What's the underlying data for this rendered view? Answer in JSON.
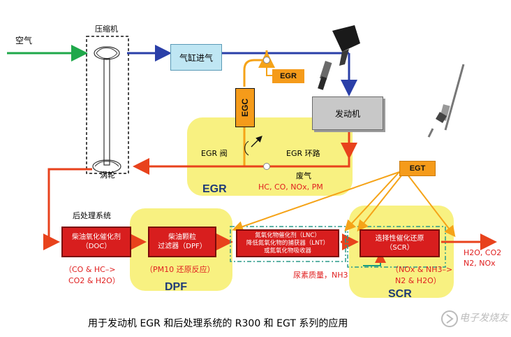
{
  "air_label": "空气",
  "compressor_label": "压缩机",
  "turbine_label": "涡轮",
  "cylinder_intake": "气缸进气",
  "engine": "发动机",
  "egr_tag": "EGR",
  "egc_tag": "EGC",
  "egt_tag": "EGT",
  "egr_valve": "EGR 阀",
  "egr_loop": "EGR 环路",
  "exhaust_label": "废气",
  "exhaust_species": "HC, CO, NOx, PM",
  "egr_zone_label": "EGR",
  "aftertreatment_label": "后处理系统",
  "doc_line1": "柴油氧化催化剂",
  "doc_line2": "（DOC）",
  "doc_reaction_line1": "（CO & HC–>",
  "doc_reaction_line2": "CO2 & H2O）",
  "dpf_line1": "柴油颗粒",
  "dpf_line2": "过滤器（DPF）",
  "dpf_reaction": "（PM10 还原反应）",
  "dpf_zone_label": "DPF",
  "lnc_line1": "氮氧化物催化剂（LNC）",
  "lnc_line2": "降低氮氧化物的捕获器（LNT）",
  "lnc_line3": "或氮氧化物吸收器",
  "urea_label": "尿素质量，NH3",
  "scr_line1": "选择性催化还原",
  "scr_line2": "（SCR）",
  "scr_reaction_line1": "（NOx & NH3–>",
  "scr_reaction_line2": "N2 & H2O）",
  "scr_zone_label": "SCR",
  "outlet_line1": "H2O, CO2",
  "outlet_line2": "N2, NOx",
  "caption": "用于发动机 EGR 和后处理系统的 R300 和 EGT 系列的应用",
  "watermark": "电子发烧友",
  "colors": {
    "fresh_air": "#1fa84a",
    "intake": "#2a3fa8",
    "exhaust": "#e8421c",
    "egr_loop": "#f5a318",
    "zone": "#f8f181",
    "module": "#d81e1e",
    "tag": "#f59b1a"
  }
}
